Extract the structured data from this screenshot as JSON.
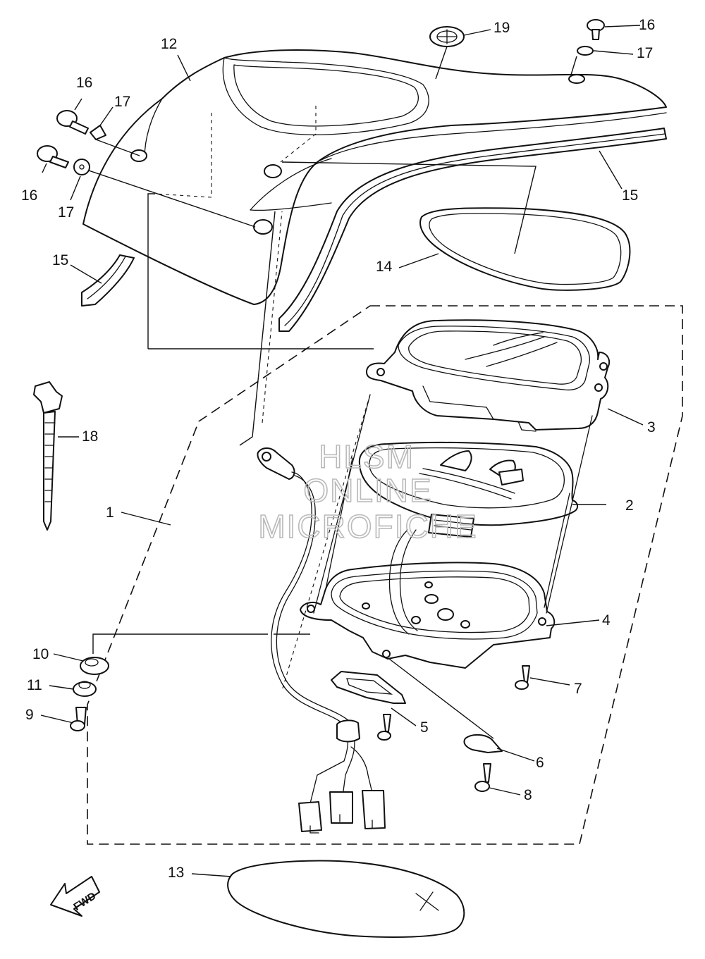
{
  "callouts": [
    {
      "id": "c1",
      "text": "1"
    },
    {
      "id": "c2",
      "text": "2"
    },
    {
      "id": "c3",
      "text": "3"
    },
    {
      "id": "c4",
      "text": "4"
    },
    {
      "id": "c5",
      "text": "5"
    },
    {
      "id": "c6",
      "text": "6"
    },
    {
      "id": "c7",
      "text": "7"
    },
    {
      "id": "c8",
      "text": "8"
    },
    {
      "id": "c9",
      "text": "9"
    },
    {
      "id": "c10",
      "text": "10"
    },
    {
      "id": "c11",
      "text": "11"
    },
    {
      "id": "c12",
      "text": "12"
    },
    {
      "id": "c13",
      "text": "13"
    },
    {
      "id": "c14",
      "text": "14"
    },
    {
      "id": "c15a",
      "text": "15"
    },
    {
      "id": "c15b",
      "text": "15"
    },
    {
      "id": "c16a",
      "text": "16"
    },
    {
      "id": "c16b",
      "text": "16"
    },
    {
      "id": "c16c",
      "text": "16"
    },
    {
      "id": "c17a",
      "text": "17"
    },
    {
      "id": "c17b",
      "text": "17"
    },
    {
      "id": "c17c",
      "text": "17"
    },
    {
      "id": "c18",
      "text": "18"
    },
    {
      "id": "c19",
      "text": "19"
    }
  ],
  "watermark": {
    "line1": "HLSM",
    "line2": "ONLINE",
    "line3": "MICROFICHE"
  },
  "direction_arrow": {
    "label": "FWD"
  }
}
